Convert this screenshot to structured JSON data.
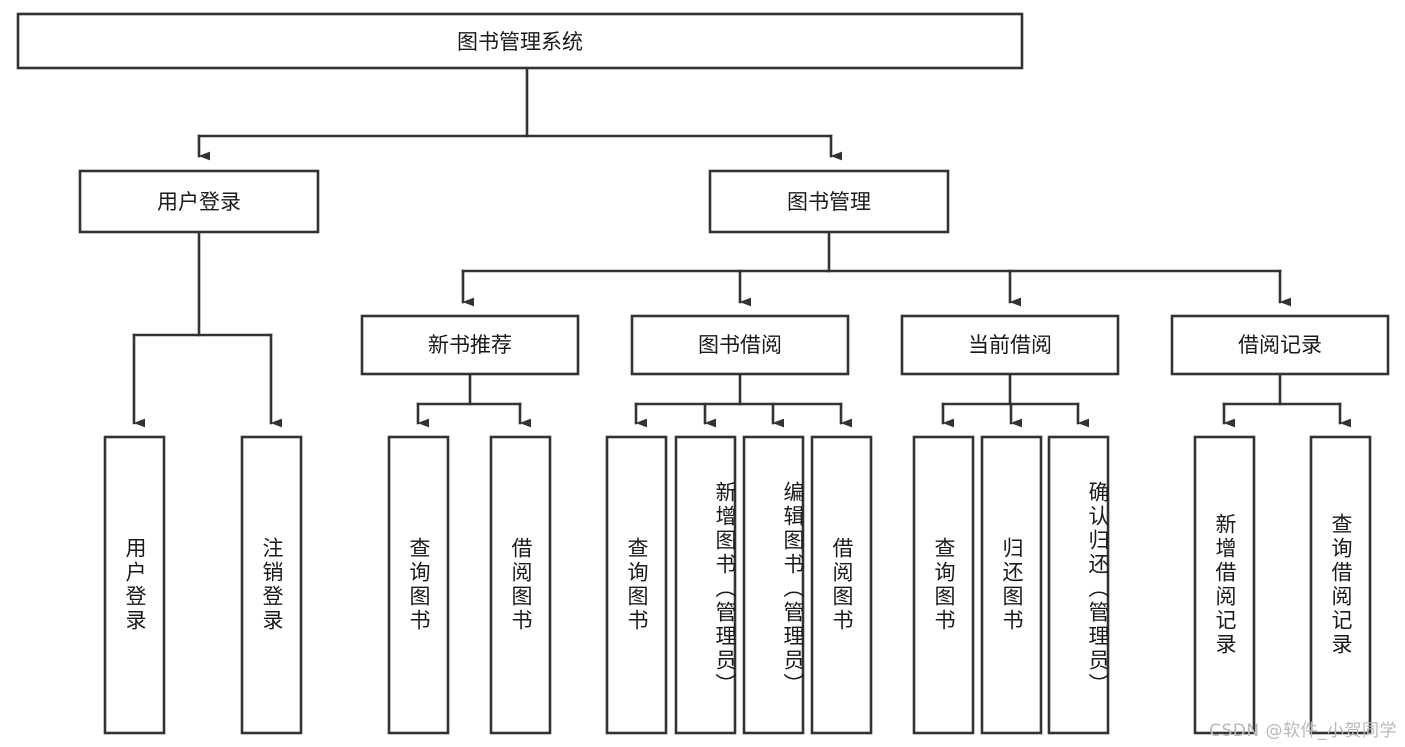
{
  "diagram": {
    "title": "图书管理系统",
    "type": "tree-hierarchy",
    "orientation": "top-down",
    "root": {
      "id": "root",
      "label": "图书管理系统",
      "text_direction": "horizontal"
    },
    "level2": [
      {
        "id": "user-login",
        "label": "用户登录",
        "text_direction": "horizontal"
      },
      {
        "id": "book-manage",
        "label": "图书管理",
        "text_direction": "horizontal"
      }
    ],
    "level3": [
      {
        "id": "new-book-recommend",
        "label": "新书推荐",
        "parent": "book-manage",
        "text_direction": "horizontal"
      },
      {
        "id": "book-borrow",
        "label": "图书借阅",
        "parent": "book-manage",
        "text_direction": "horizontal"
      },
      {
        "id": "current-borrow",
        "label": "当前借阅",
        "parent": "book-manage",
        "text_direction": "horizontal"
      },
      {
        "id": "borrow-record",
        "label": "借阅记录",
        "parent": "book-manage",
        "text_direction": "horizontal"
      }
    ],
    "leaves": [
      {
        "id": "leaf-user-login",
        "label": "用户登录",
        "parent": "user-login",
        "text_direction": "vertical"
      },
      {
        "id": "leaf-logout-login",
        "label": "注销登录",
        "parent": "user-login",
        "text_direction": "vertical"
      },
      {
        "id": "leaf-query-book-1",
        "label": "查询图书",
        "parent": "new-book-recommend",
        "text_direction": "vertical"
      },
      {
        "id": "leaf-borrow-book-1",
        "label": "借阅图书",
        "parent": "new-book-recommend",
        "text_direction": "vertical"
      },
      {
        "id": "leaf-query-book-2",
        "label": "查询图书",
        "parent": "book-borrow",
        "text_direction": "vertical"
      },
      {
        "id": "leaf-add-book-admin",
        "label": "新增图书（管理员）",
        "parent": "book-borrow",
        "text_direction": "vertical"
      },
      {
        "id": "leaf-edit-book-admin",
        "label": "编辑图书（管理员）",
        "parent": "book-borrow",
        "text_direction": "vertical"
      },
      {
        "id": "leaf-borrow-book-2",
        "label": "借阅图书",
        "parent": "book-borrow",
        "text_direction": "vertical"
      },
      {
        "id": "leaf-query-book-3",
        "label": "查询图书",
        "parent": "current-borrow",
        "text_direction": "vertical"
      },
      {
        "id": "leaf-return-book",
        "label": "归还图书",
        "parent": "current-borrow",
        "text_direction": "vertical"
      },
      {
        "id": "leaf-confirm-return-admin",
        "label": "确认归还（管理员）",
        "parent": "current-borrow",
        "text_direction": "vertical"
      },
      {
        "id": "leaf-add-borrow-record",
        "label": "新增借阅记录",
        "parent": "borrow-record",
        "text_direction": "vertical"
      },
      {
        "id": "leaf-query-borrow-record",
        "label": "查询借阅记录",
        "parent": "borrow-record",
        "text_direction": "vertical"
      }
    ],
    "colors": {
      "background": "#ffffff",
      "node_fill": "#ffffff",
      "node_stroke": "#333333",
      "connector": "#333333",
      "text": "#1a1a1a",
      "watermark": "#b9b9b9"
    }
  },
  "watermark": {
    "text": "CSDN @软件_小贺同学"
  }
}
